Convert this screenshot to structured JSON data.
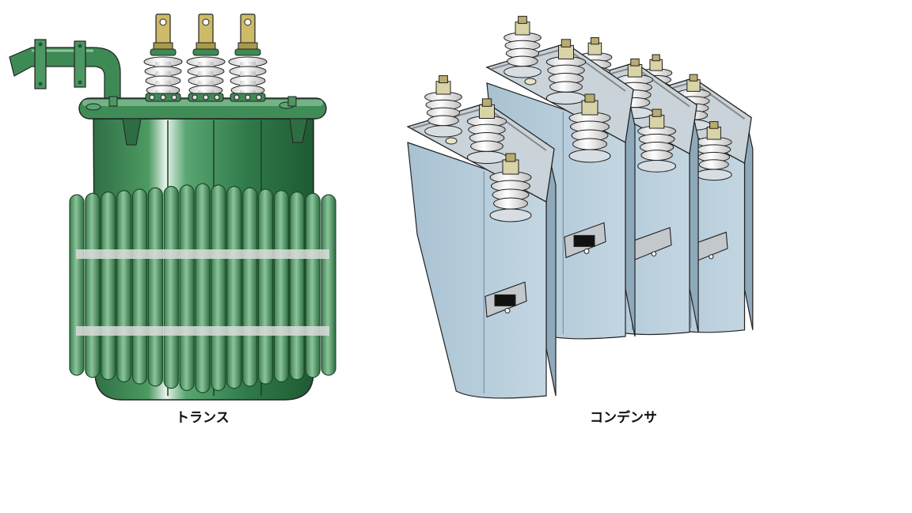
{
  "figures": [
    {
      "id": "transformer",
      "label": "トランス"
    },
    {
      "id": "capacitor",
      "label": "コンデンサ"
    }
  ],
  "colors": {
    "transformer_green": "#3e8a55",
    "transformer_green_light": "#8cc49b",
    "transformer_dark": "#1f5a33",
    "capacitor_body": "#b4cbd9",
    "capacitor_dark": "#7e98a8",
    "insulator": "#f2f2f2",
    "brass": "#c8b565",
    "outline": "#222222"
  },
  "icons": [
    "transformer-illustration",
    "capacitor-bank-illustration"
  ]
}
